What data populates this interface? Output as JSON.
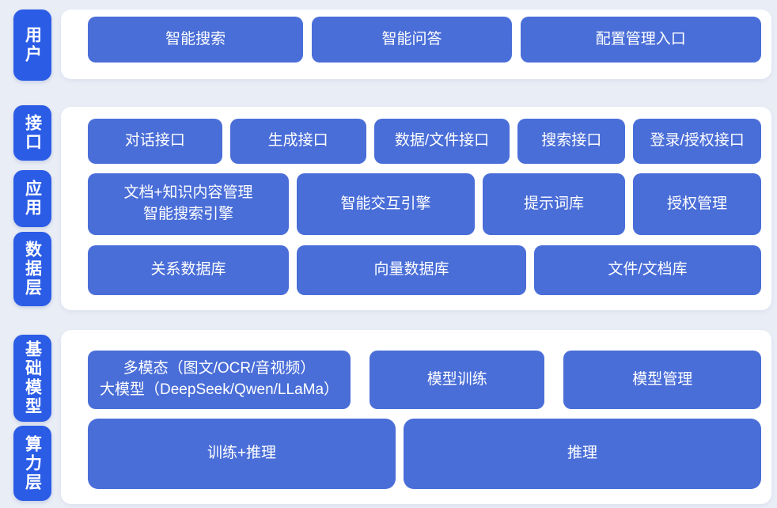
{
  "colors": {
    "page_background": "#e9edf5",
    "panel_background": "#ffffff",
    "node_blue": "#4a6ed8",
    "layer_label_blue": "#2b5ce6",
    "text_white": "#ffffff"
  },
  "layer_labels": {
    "user": "用户",
    "interface": "接口",
    "application": "应用",
    "data_layer": "数据层",
    "foundation_model": "基础模型",
    "compute_layer": "算力层"
  },
  "user_row": {
    "smart_search": "智能搜索",
    "smart_qa": "智能问答",
    "config_management_entry": "配置管理入口"
  },
  "interface_row": {
    "dialog_api": "对话接口",
    "generation_api": "生成接口",
    "data_file_api": "数据/文件接口",
    "search_api": "搜索接口",
    "login_auth_api": "登录/授权接口"
  },
  "application_row": {
    "doc_knowledge_search_engine": "文档+知识内容管理\n智能搜索引擎",
    "intelligent_interaction_engine": "智能交互引擎",
    "prompt_library": "提示词库",
    "authorization_management": "授权管理"
  },
  "data_row": {
    "relational_db": "关系数据库",
    "vector_db": "向量数据库",
    "file_document_store": "文件/文档库"
  },
  "foundation_row": {
    "multimodal_llm": "多模态（图文/OCR/音视频）\n大模型（DeepSeek/Qwen/LLaMa）",
    "model_training": "模型训练",
    "model_management": "模型管理"
  },
  "compute_row": {
    "training_plus_inference": "训练+推理",
    "inference": "推理"
  }
}
